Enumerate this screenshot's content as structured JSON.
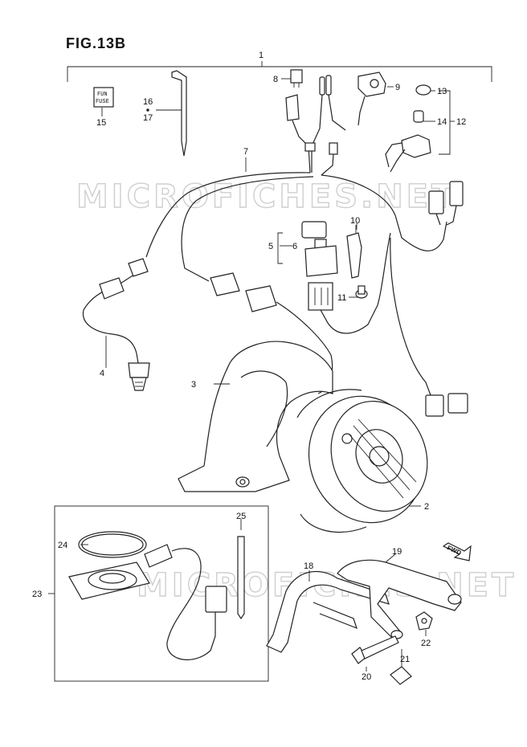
{
  "figure": {
    "title": "FIG.13B"
  },
  "watermark": {
    "text": "MICROFICHES.NET"
  },
  "fuse_label": {
    "line1": "FUN",
    "line2": "FUSE"
  },
  "direction_label": "FWD",
  "callouts": {
    "c1": "1",
    "c2": "2",
    "c3": "3",
    "c4": "4",
    "c5": "5",
    "c6": "6",
    "c7": "7",
    "c8": "8",
    "c9": "9",
    "c10": "10",
    "c11": "11",
    "c12": "12",
    "c13": "13",
    "c14": "14",
    "c15": "15",
    "c16": "16",
    "c17": "17",
    "c18": "18",
    "c19": "19",
    "c20": "20",
    "c21": "21",
    "c22": "22",
    "c23": "23",
    "c24": "24",
    "c25": "25"
  }
}
